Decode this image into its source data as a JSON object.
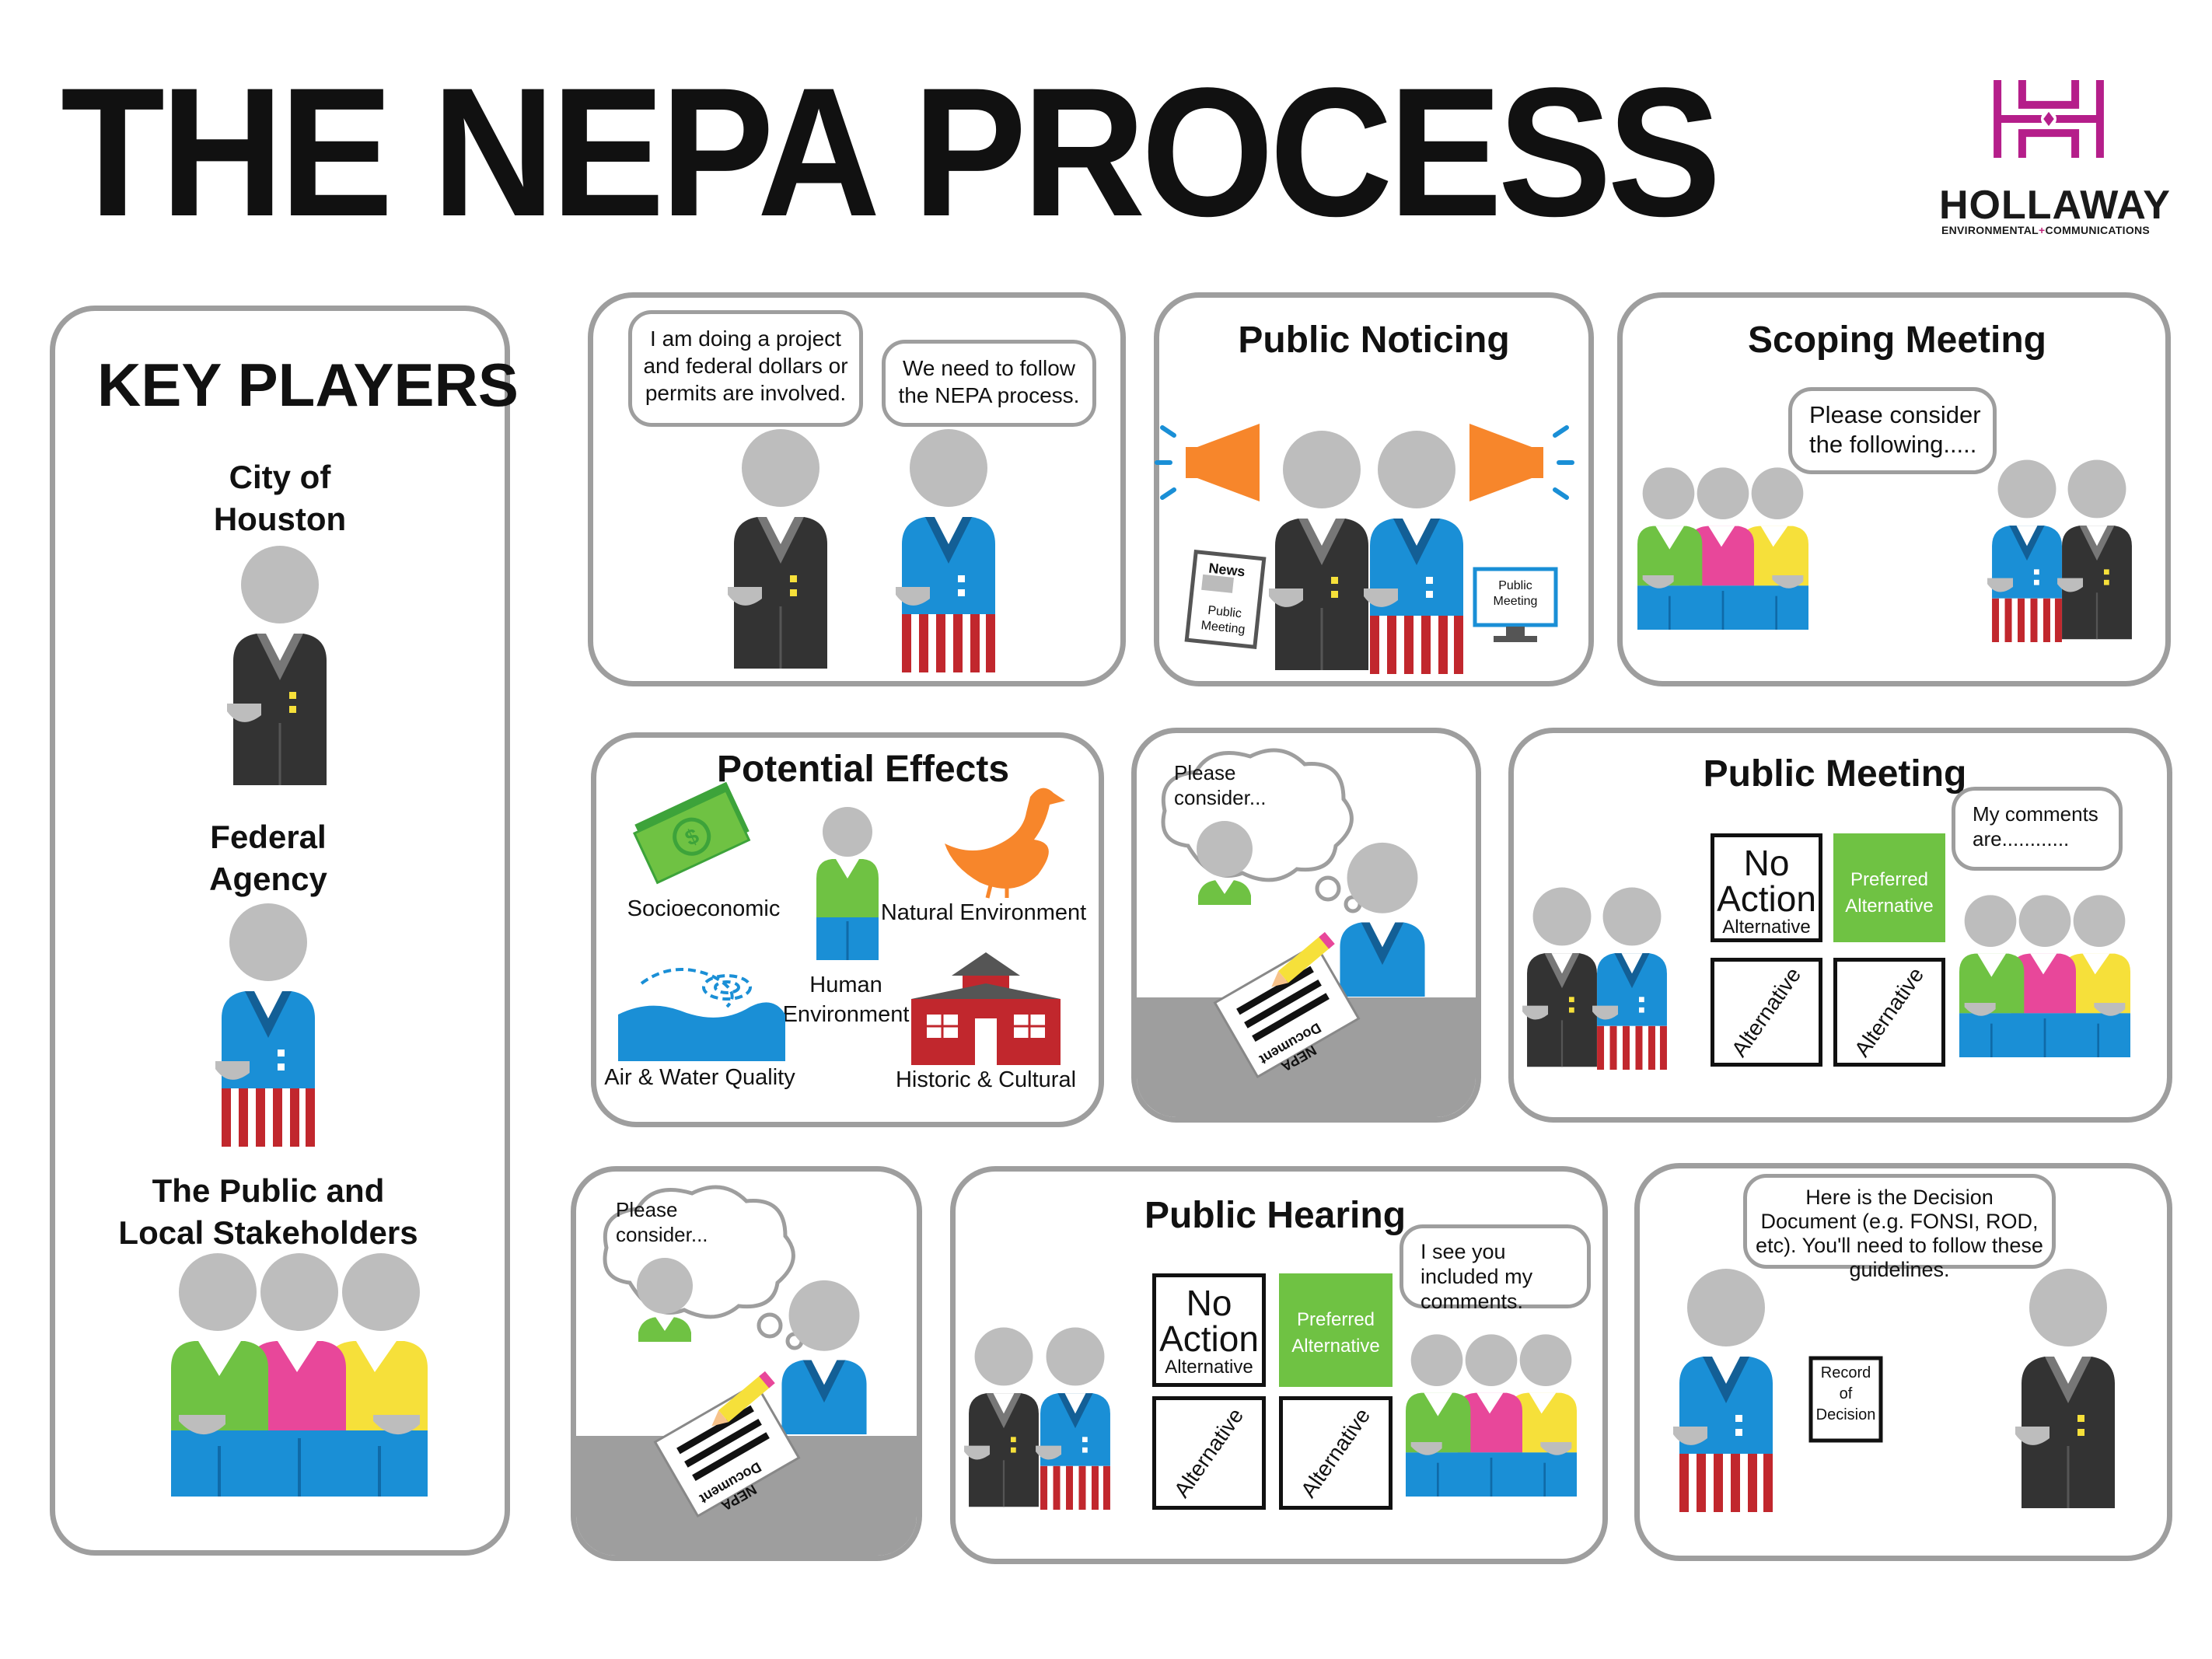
{
  "title": "THE NEPA PROCESS",
  "logo": {
    "name": "HOLLAWAY",
    "sub_left": "ENVIRONMENTAL",
    "sub_plus": "+",
    "sub_right": "COMMUNICATIONS",
    "color": "#b51e8a"
  },
  "colors": {
    "black_suit": "#333333",
    "blue_suit": "#1a8fd6",
    "green": "#6fc243",
    "pink": "#e8479a",
    "yellow": "#f6e03a",
    "head": "#bdbdbd",
    "orange": "#f7862b",
    "red": "#c1272d",
    "border": "#9e9e9e"
  },
  "key_players": {
    "heading": "KEY PLAYERS",
    "city": "City of\nHouston",
    "federal": "Federal\nAgency",
    "public": "The Public and\nLocal Stakeholders"
  },
  "panel_intro": {
    "bubble_left": "I am doing a project and federal dollars or permits are involved.",
    "bubble_right": "We need to follow the NEPA process."
  },
  "panel_noticing": {
    "title": "Public Noticing",
    "news_head": "News",
    "news_body": "Public Meeting",
    "monitor_text": "Public Meeting"
  },
  "panel_scoping": {
    "title": "Scoping Meeting",
    "bubble": "Please consider the following....."
  },
  "panel_effects": {
    "title": "Potential Effects",
    "socio": "Socioeconomic",
    "human": "Human\nEnvironment",
    "natural": "Natural Environment",
    "air": "Air & Water Quality",
    "historic": "Historic & Cultural"
  },
  "panel_consider_1": {
    "thought": "Please consider...",
    "doc": "NEPA Document"
  },
  "panel_public_meeting": {
    "title": "Public Meeting",
    "bubble": "My comments are............",
    "no_action_big": "No\nAction",
    "no_action_small": "Alternative",
    "preferred": "Preferred Alternative",
    "alt_a": "Alternative",
    "alt_b": "Alternative"
  },
  "panel_consider_2": {
    "thought": "Please consider...",
    "doc": "NEPA Document"
  },
  "panel_public_hearing": {
    "title": "Public Hearing",
    "bubble": "I see you included my comments.",
    "no_action_big": "No\nAction",
    "no_action_small": "Alternative",
    "preferred": "Preferred Alternative",
    "alt_a": "Alternative",
    "alt_b": "Alternative"
  },
  "panel_decision": {
    "bubble": "Here is the Decision Document (e.g. FONSI, ROD, etc). You'll need to follow these guidelines.",
    "sign": "Record\nof\nDecision"
  }
}
